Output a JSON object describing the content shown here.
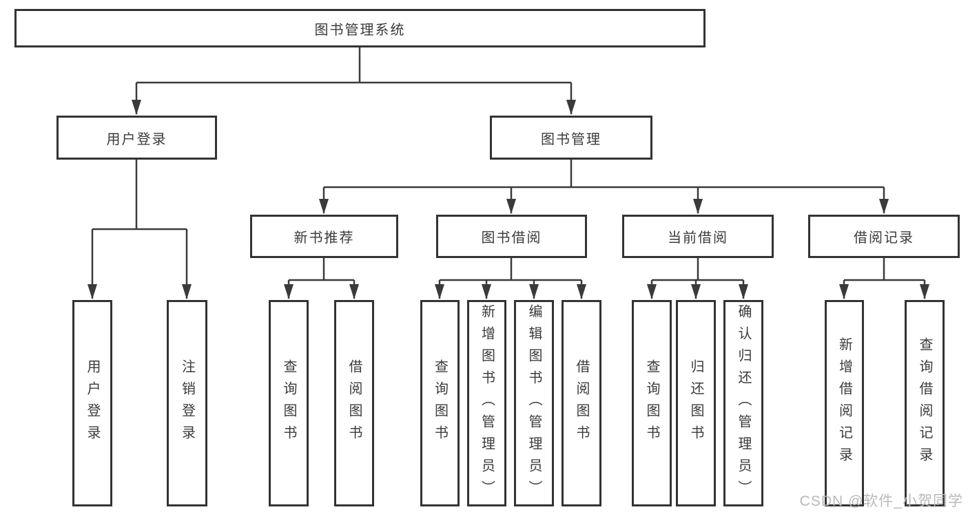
{
  "diagram": {
    "type": "hierarchy-tree",
    "root": {
      "label": "图书管理系统"
    },
    "branches": {
      "userLogin": {
        "label": "用户登录",
        "children": {
          "login": {
            "label": "用户登录"
          },
          "logout": {
            "label": "注销登录"
          }
        }
      },
      "bookManagement": {
        "label": "图书管理",
        "children": {
          "newBookRecommend": {
            "label": "新书推荐",
            "children": {
              "queryBook": {
                "label": "查询图书"
              },
              "borrowBook": {
                "label": "借阅图书"
              }
            }
          },
          "bookBorrow": {
            "label": "图书借阅",
            "children": {
              "queryBook": {
                "label": "查询图书"
              },
              "addBook": {
                "label": "新增图书（管理员）"
              },
              "editBook": {
                "label": "编辑图书（管理员）"
              },
              "borrowBook": {
                "label": "借阅图书"
              }
            }
          },
          "currentBorrow": {
            "label": "当前借阅",
            "children": {
              "queryBook": {
                "label": "查询图书"
              },
              "returnBook": {
                "label": "归还图书"
              },
              "confirmReturn": {
                "label": "确认归还（管理员）"
              }
            }
          },
          "borrowRecord": {
            "label": "借阅记录",
            "children": {
              "addRecord": {
                "label": "新增借阅记录"
              },
              "queryRecord": {
                "label": "查询借阅记录"
              }
            }
          }
        }
      }
    },
    "colors": {
      "line": "#3a3a3a",
      "box_border": "#333333",
      "text": "#3b3b3b",
      "watermark_text": "#b9b9b9",
      "background": "#ffffff"
    },
    "watermark": {
      "text": "CSDN @软件_小贺同学"
    }
  }
}
